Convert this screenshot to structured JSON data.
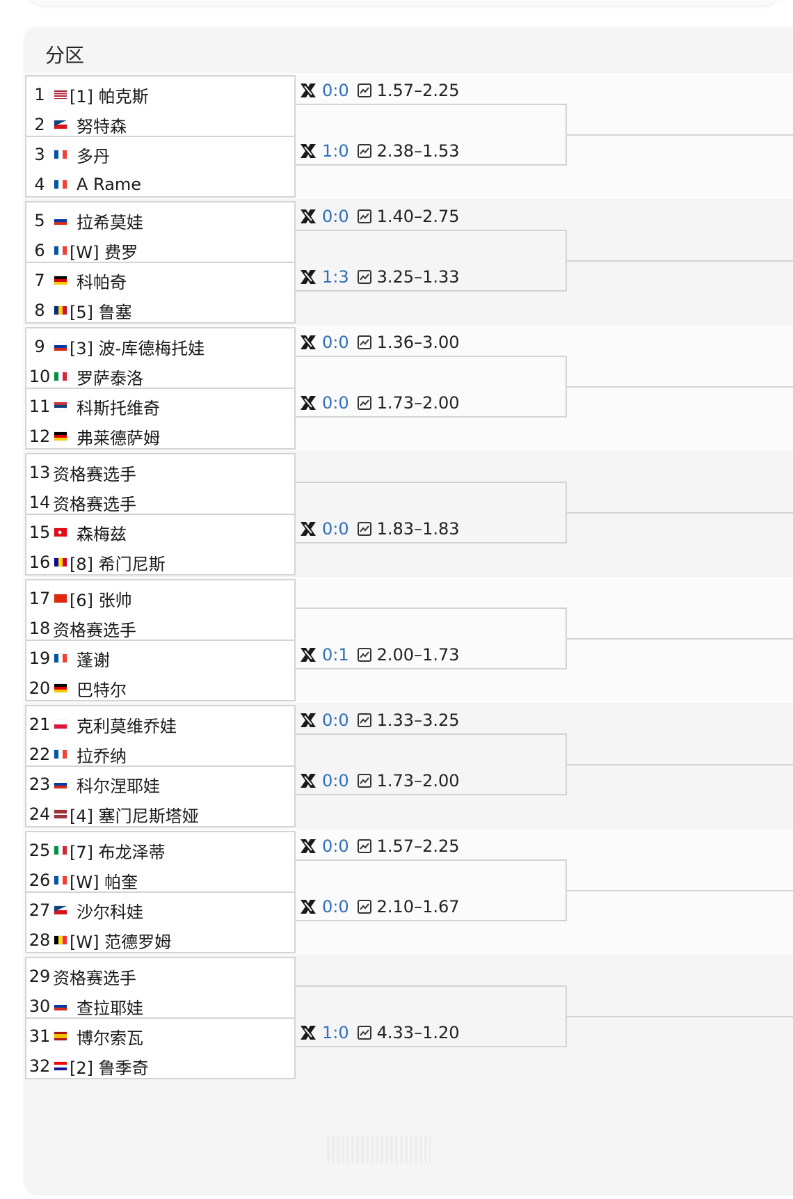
{
  "section_title": "分区",
  "colors": {
    "score": "#2f6fb7",
    "line": "#d4d4d4"
  },
  "players": [
    {
      "num": "1",
      "name": "[1] 帕克斯",
      "flag": "us"
    },
    {
      "num": "2",
      "name": "努特森",
      "flag": "cz"
    },
    {
      "num": "3",
      "name": "多丹",
      "flag": "fr"
    },
    {
      "num": "4",
      "name": "A Rame",
      "flag": "fr"
    },
    {
      "num": "5",
      "name": "拉希莫娃",
      "flag": "ru"
    },
    {
      "num": "6",
      "name": "[W] 费罗",
      "flag": "fr"
    },
    {
      "num": "7",
      "name": "科帕奇",
      "flag": "de"
    },
    {
      "num": "8",
      "name": "[5] 鲁塞",
      "flag": "ro"
    },
    {
      "num": "9",
      "name": "[3] 波-库德梅托娃",
      "flag": "ru"
    },
    {
      "num": "10",
      "name": "罗萨泰洛",
      "flag": "it"
    },
    {
      "num": "11",
      "name": "科斯托维奇",
      "flag": "rs"
    },
    {
      "num": "12",
      "name": "弗莱德萨姆",
      "flag": "de"
    },
    {
      "num": "13",
      "name": "资格赛选手",
      "flag": ""
    },
    {
      "num": "14",
      "name": "资格赛选手",
      "flag": ""
    },
    {
      "num": "15",
      "name": "森梅兹",
      "flag": "tr"
    },
    {
      "num": "16",
      "name": "[8] 希门尼斯",
      "flag": "ad"
    },
    {
      "num": "17",
      "name": "[6] 张帅",
      "flag": "cn"
    },
    {
      "num": "18",
      "name": "资格赛选手",
      "flag": ""
    },
    {
      "num": "19",
      "name": "蓬谢",
      "flag": "fr"
    },
    {
      "num": "20",
      "name": "巴特尔",
      "flag": "de"
    },
    {
      "num": "21",
      "name": "克利莫维乔娃",
      "flag": "pl"
    },
    {
      "num": "22",
      "name": "拉乔纳",
      "flag": "fr"
    },
    {
      "num": "23",
      "name": "科尔涅耶娃",
      "flag": "ru"
    },
    {
      "num": "24",
      "name": "[4] 塞门尼斯塔娅",
      "flag": "lv"
    },
    {
      "num": "25",
      "name": "[7] 布龙泽蒂",
      "flag": "it"
    },
    {
      "num": "26",
      "name": "[W] 帕奎",
      "flag": "fr"
    },
    {
      "num": "27",
      "name": "沙尔科娃",
      "flag": "cz"
    },
    {
      "num": "28",
      "name": "[W] 范德罗姆",
      "flag": "be"
    },
    {
      "num": "29",
      "name": "资格赛选手",
      "flag": ""
    },
    {
      "num": "30",
      "name": "查拉耶娃",
      "flag": "ru"
    },
    {
      "num": "31",
      "name": "博尔索瓦",
      "flag": "es"
    },
    {
      "num": "32",
      "name": "[2] 鲁季奇",
      "flag": "hr"
    }
  ],
  "matches": [
    {
      "score": "0:0",
      "odds": "1.57–2.25"
    },
    {
      "score": "1:0",
      "odds": "2.38–1.53"
    },
    {
      "score": "0:0",
      "odds": "1.40–2.75"
    },
    {
      "score": "1:3",
      "odds": "3.25–1.33"
    },
    {
      "score": "0:0",
      "odds": "1.36–3.00"
    },
    {
      "score": "0:0",
      "odds": "1.73–2.00"
    },
    null,
    {
      "score": "0:0",
      "odds": "1.83–1.83"
    },
    null,
    {
      "score": "0:1",
      "odds": "2.00–1.73"
    },
    {
      "score": "0:0",
      "odds": "1.33–3.25"
    },
    {
      "score": "0:0",
      "odds": "1.73–2.00"
    },
    {
      "score": "0:0",
      "odds": "1.57–2.25"
    },
    {
      "score": "0:0",
      "odds": "2.10–1.67"
    },
    null,
    {
      "score": "1:0",
      "odds": "4.33–1.20"
    }
  ]
}
